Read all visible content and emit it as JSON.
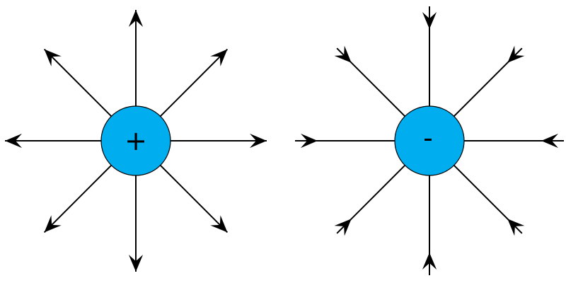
{
  "colors": {
    "charge_fill": "#00aeef",
    "line": "#000000",
    "background": "#ffffff"
  },
  "charges": [
    {
      "id": "positive",
      "sign": "+",
      "field_direction": "outward",
      "line_count": 8
    },
    {
      "id": "negative",
      "sign": "-",
      "field_direction": "inward",
      "line_count": 8
    }
  ]
}
